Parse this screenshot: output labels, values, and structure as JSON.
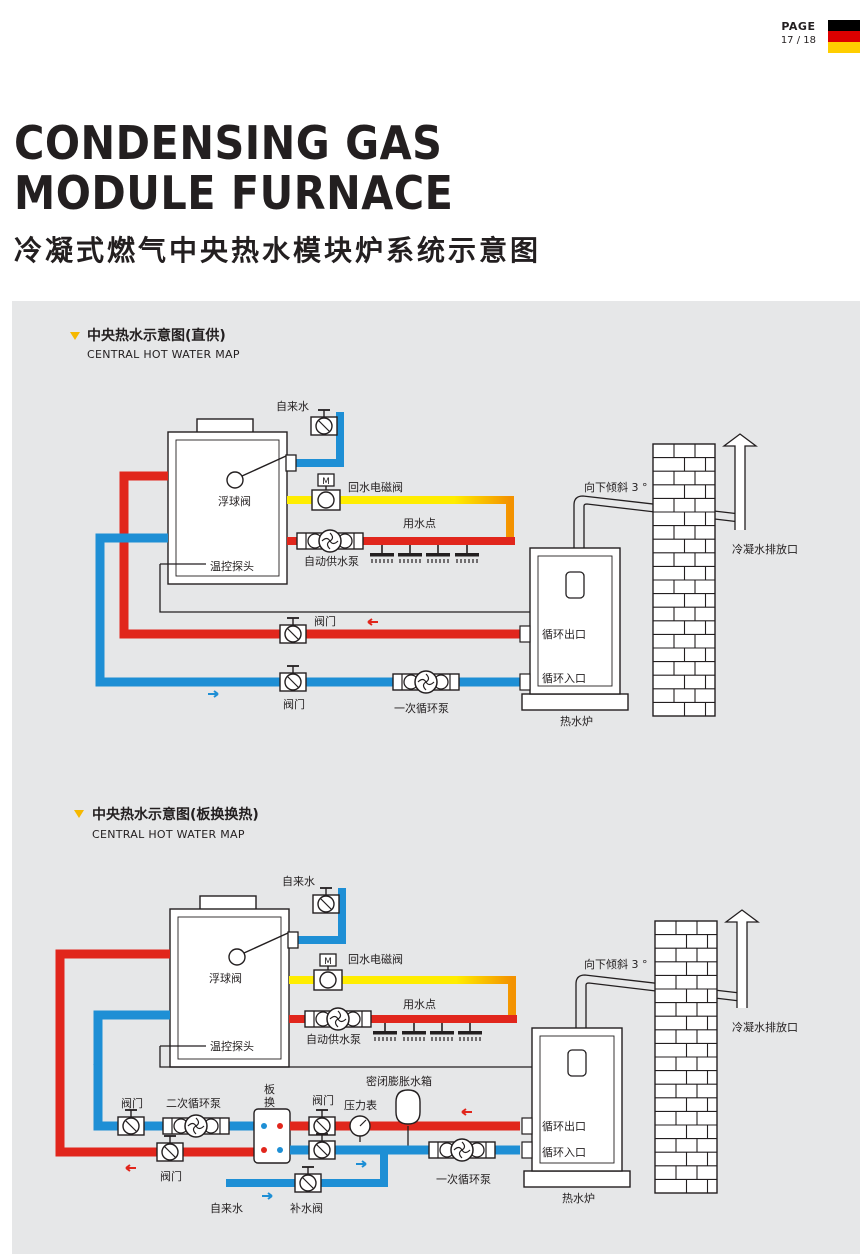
{
  "header": {
    "page_label": "PAGE",
    "page_number": "17 / 18",
    "flag_colors": [
      "#000000",
      "#dd0000",
      "#ffce00"
    ]
  },
  "title": {
    "line1": "CONDENSING GAS",
    "line2": "MODULE FURNACE",
    "chinese": "冷凝式燃气中央热水模块炉系统示意图"
  },
  "colors": {
    "hot_pipe": "#e1261c",
    "cold_pipe": "#1e8fd5",
    "supply_pipe": "#ffed00",
    "line": "#231f20",
    "panel": "#e6e7e8",
    "marker": "#f5b800"
  },
  "diagram1": {
    "title": "中央热水示意图(直供)",
    "subtitle": "CENTRAL HOT WATER MAP",
    "labels": {
      "tap_water": "自来水",
      "float_valve": "浮球阀",
      "solenoid": "回水电磁阀",
      "motor": "M",
      "usage_point": "用水点",
      "supply_pump": "自动供水泵",
      "temp_probe": "温控探头",
      "slope": "向下倾斜 3 °",
      "drain": "冷凝水排放口",
      "valve_top": "阀门",
      "valve_bottom": "阀门",
      "primary_pump": "一次循环泵",
      "outlet": "循环出口",
      "inlet": "循环入口",
      "boiler": "热水炉"
    }
  },
  "diagram2": {
    "title": "中央热水示意图(板换换热)",
    "subtitle": "CENTRAL HOT WATER MAP",
    "labels": {
      "tap_water": "自来水",
      "float_valve": "浮球阀",
      "solenoid": "回水电磁阀",
      "motor": "M",
      "usage_point": "用水点",
      "supply_pump": "自动供水泵",
      "temp_probe": "温控探头",
      "slope": "向下倾斜 3 °",
      "drain": "冷凝水排放口",
      "valve_top": "阀门",
      "valve_bottom": "阀门",
      "secondary_pump": "二次循环泵",
      "plate_exchanger_1": "板",
      "plate_exchanger_2": "换",
      "valve_mid": "阀门",
      "pressure_gauge": "压力表",
      "expansion_tank": "密闭膨胀水箱",
      "outlet": "循环出口",
      "inlet": "循环入口",
      "primary_pump": "一次循环泵",
      "tap_water_bottom": "自来水",
      "makeup_valve": "补水阀",
      "boiler": "热水炉"
    }
  }
}
